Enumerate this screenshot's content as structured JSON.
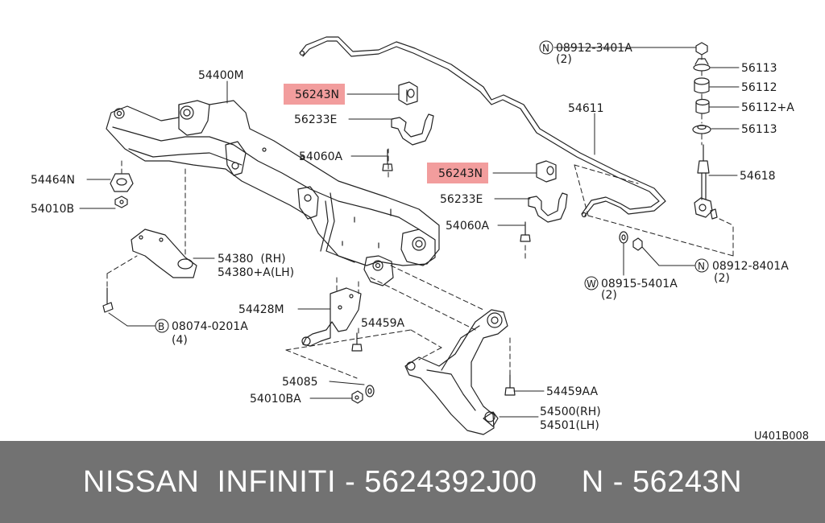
{
  "highlight_color": "#f08c8c",
  "footer_bg": "#727272",
  "labels": {
    "l_54400M": "54400M",
    "l_56243N_a": "56243N",
    "l_56233E_a": "56233E",
    "l_54060A_a": "54060A",
    "l_56243N_b": "56243N",
    "l_56233E_b": "56233E",
    "l_54060A_b": "54060A",
    "l_54464N": "54464N",
    "l_54010B": "54010B",
    "l_54380_rh": "54380  (RH)",
    "l_54380A_lh": "54380+A(LH)",
    "l_08074": "08074-0201A",
    "l_08074_qty": "(4)",
    "l_54428M": "54428M",
    "l_54459A": "54459A",
    "l_54085": "54085",
    "l_54010BA": "54010BA",
    "l_54459AA": "54459AA",
    "l_54500_rh": "54500(RH)",
    "l_54501_lh": "54501(LH)",
    "l_54611": "54611",
    "l_54618": "54618",
    "l_08912_3401A": "08912-3401A",
    "l_08912_3401A_qty": "(2)",
    "l_56113_a": "56113",
    "l_56112": "56112",
    "l_56112A": "56112+A",
    "l_56113_b": "56113",
    "l_08912_8401A": "08912-8401A",
    "l_08912_8401A_qty": "(2)",
    "l_08915_5401A": "08915-5401A",
    "l_08915_5401A_qty": "(2)",
    "l_code": "U401B008"
  },
  "markers": {
    "n": "N",
    "b": "B",
    "w": "W"
  },
  "footer": {
    "text": "NISSAN  INFINITI - 5624392J00     N - 56243N"
  }
}
